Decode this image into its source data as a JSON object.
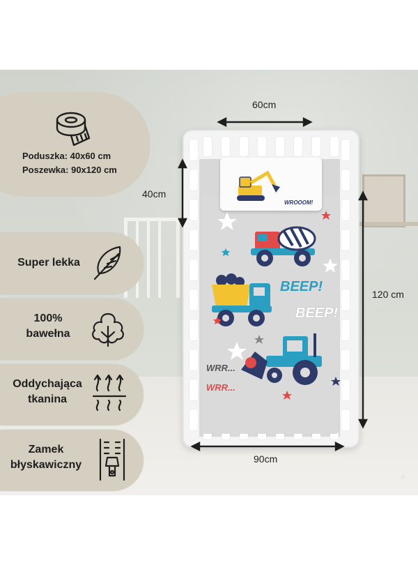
{
  "sizes": {
    "pillow": "Poduszka: 40x60 cm",
    "cover": "Poszewka: 90x120 cm"
  },
  "dimensions": {
    "top_width": "60cm",
    "pillow_height": "40cm",
    "side_height": "120 cm",
    "bottom_width": "90cm"
  },
  "features": [
    {
      "label": "Super lekka",
      "icon": "feather-icon"
    },
    {
      "label_lines": [
        "100%",
        "bawełna"
      ],
      "icon": "cotton-icon"
    },
    {
      "label_lines": [
        "Oddychająca",
        "tkanina"
      ],
      "icon": "breathable-icon"
    },
    {
      "label_lines": [
        "Zamek",
        "błyskawiczny"
      ],
      "icon": "zipper-icon"
    }
  ],
  "print_text": {
    "wroom": "WROOOM!",
    "beep1": "BEEP!",
    "beep2": "BEEP!",
    "wrr1": "WRR...",
    "wrr2": "WRR..."
  },
  "colors": {
    "badge": "#d5cfc2",
    "accent_blue": "#2a9fc2",
    "accent_red": "#e24a4a",
    "accent_yellow": "#f2c230",
    "navy": "#2d3a6a"
  }
}
